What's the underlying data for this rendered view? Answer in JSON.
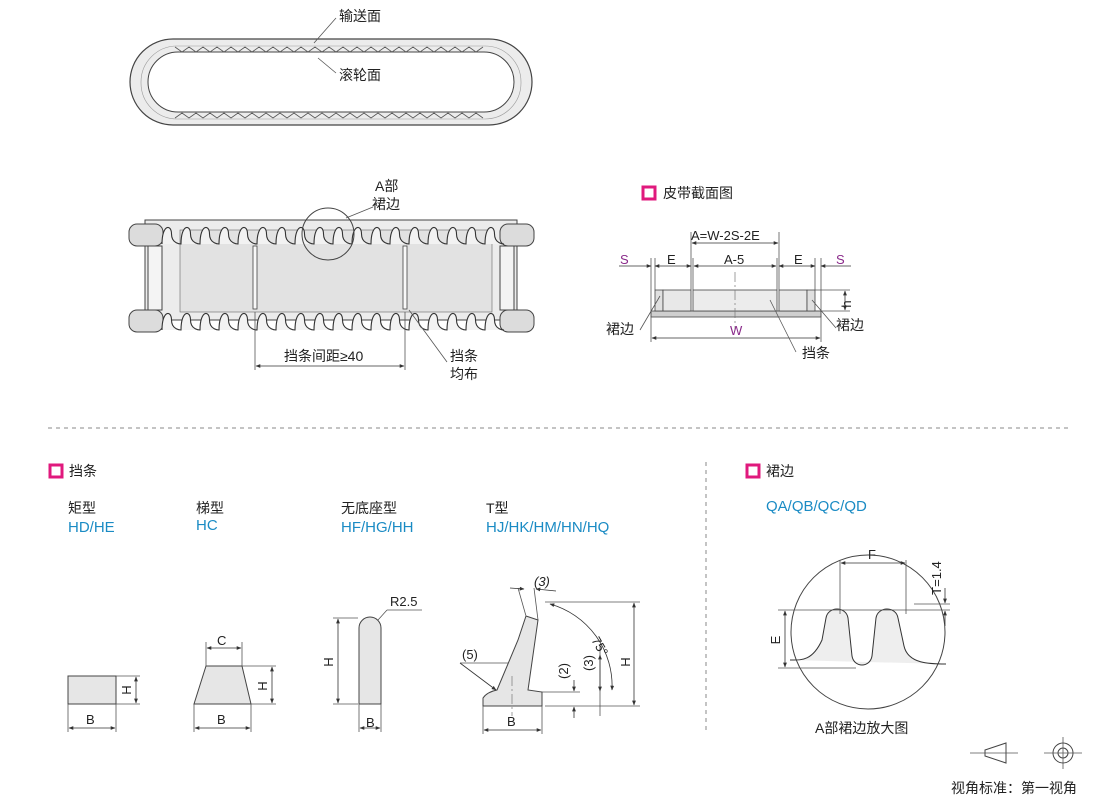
{
  "colors": {
    "marker": "#e0197d",
    "code": "#1a8bc4",
    "purple": "#8a2a8a"
  },
  "top_loop": {
    "label_convey": "输送面",
    "label_roller": "滚轮面"
  },
  "belt_side": {
    "label_a_part": "A部",
    "label_skirt": "裙边",
    "label_cleat_pitch": "挡条间距≥40",
    "label_cleat": "挡条",
    "label_even": "均布"
  },
  "section": {
    "title": "皮带截面图",
    "dim_a": "A=W-2S-2E",
    "dim_s_left": "S",
    "dim_e_left": "E",
    "dim_a5": "A-5",
    "dim_e_right": "E",
    "dim_s_right": "S",
    "dim_h": "h",
    "dim_w": "W",
    "label_skirt_left": "裙边",
    "label_skirt_right": "裙边",
    "label_cleat": "挡条"
  },
  "cleat_section": {
    "title": "挡条",
    "types": [
      {
        "name": "矩型",
        "codes": "HD/HE"
      },
      {
        "name": "梯型",
        "codes": "HC"
      },
      {
        "name": "无底座型",
        "codes": "HF/HG/HH"
      },
      {
        "name": "T型",
        "codes": "HJ/HK/HM/HN/HQ"
      }
    ],
    "dims": {
      "rect_h": "H",
      "rect_b": "B",
      "trap_c": "C",
      "trap_h": "H",
      "trap_b": "B",
      "nobase_r": "R2.5",
      "nobase_h": "H",
      "nobase_b": "B",
      "t_3top": "(3)",
      "t_75": "75°",
      "t_5": "(5)",
      "t_2": "(2)",
      "t_3": "(3)",
      "t_h": "H",
      "t_b": "B"
    }
  },
  "skirt_section": {
    "title": "裙边",
    "codes": "QA/QB/QC/QD",
    "dim_f": "F",
    "dim_t": "T=1.4",
    "dim_e": "E",
    "caption": "A部裙边放大图"
  },
  "view": {
    "label": "视角标准：第一视角"
  }
}
